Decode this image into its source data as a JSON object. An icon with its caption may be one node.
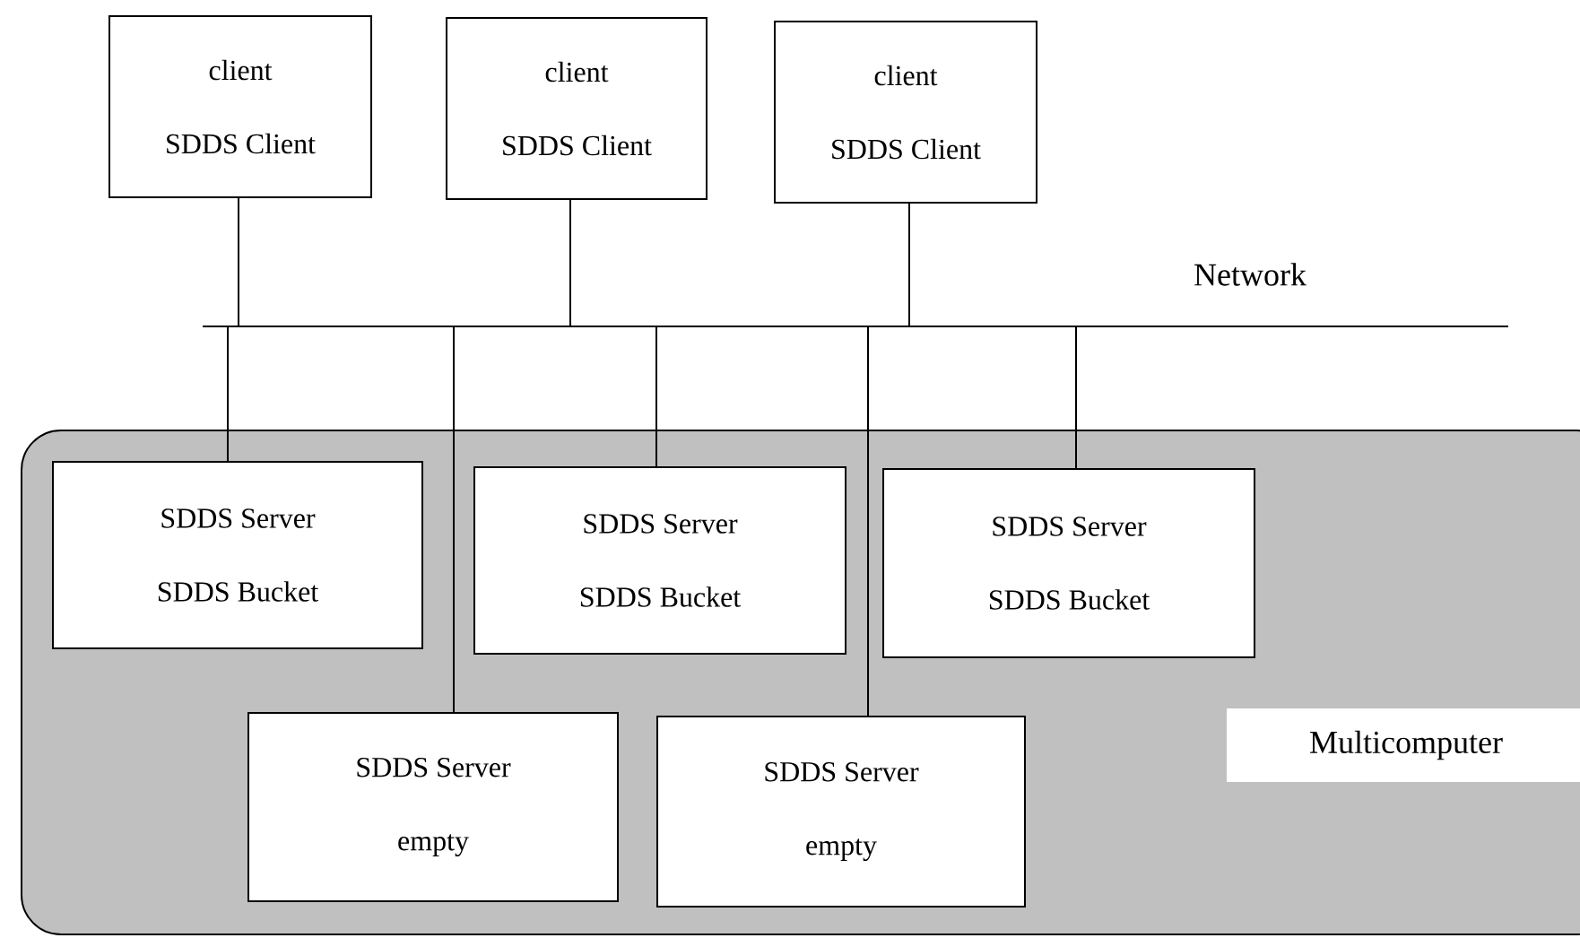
{
  "diagram": {
    "nodes": [
      {
        "text": [
          "client",
          "SDDS Client"
        ]
      },
      {
        "text": [
          "client",
          "SDDS Client"
        ]
      },
      {
        "text": [
          "client",
          "SDDS Client"
        ]
      },
      {
        "text": [],
        "shape": "bar",
        "beside": [
          "Network"
        ]
      },
      {
        "text": [
          "Multicomputer"
        ]
      },
      {
        "text": [
          "SDDS Server",
          "SDDS Bucket"
        ],
        "in": 4
      },
      {
        "text": [
          "SDDS Server",
          "SDDS Bucket"
        ],
        "in": 4
      },
      {
        "text": [
          "SDDS Server",
          "SDDS Bucket"
        ],
        "in": 4
      },
      {
        "text": [
          "SDDS Server",
          "empty"
        ],
        "in": 4
      },
      {
        "text": [
          "SDDS Server",
          "empty"
        ],
        "in": 4
      }
    ],
    "edges": [
      {
        "from": 0,
        "to": 3,
        "arrow": "none"
      },
      {
        "from": 1,
        "to": 3,
        "arrow": "none"
      },
      {
        "from": 2,
        "to": 3,
        "arrow": "none"
      },
      {
        "from": 3,
        "to": 5,
        "arrow": "none"
      },
      {
        "from": 3,
        "to": 8,
        "arrow": "none"
      },
      {
        "from": 3,
        "to": 6,
        "arrow": "none"
      },
      {
        "from": 3,
        "to": 9,
        "arrow": "none"
      },
      {
        "from": 3,
        "to": 7,
        "arrow": "none"
      }
    ]
  }
}
